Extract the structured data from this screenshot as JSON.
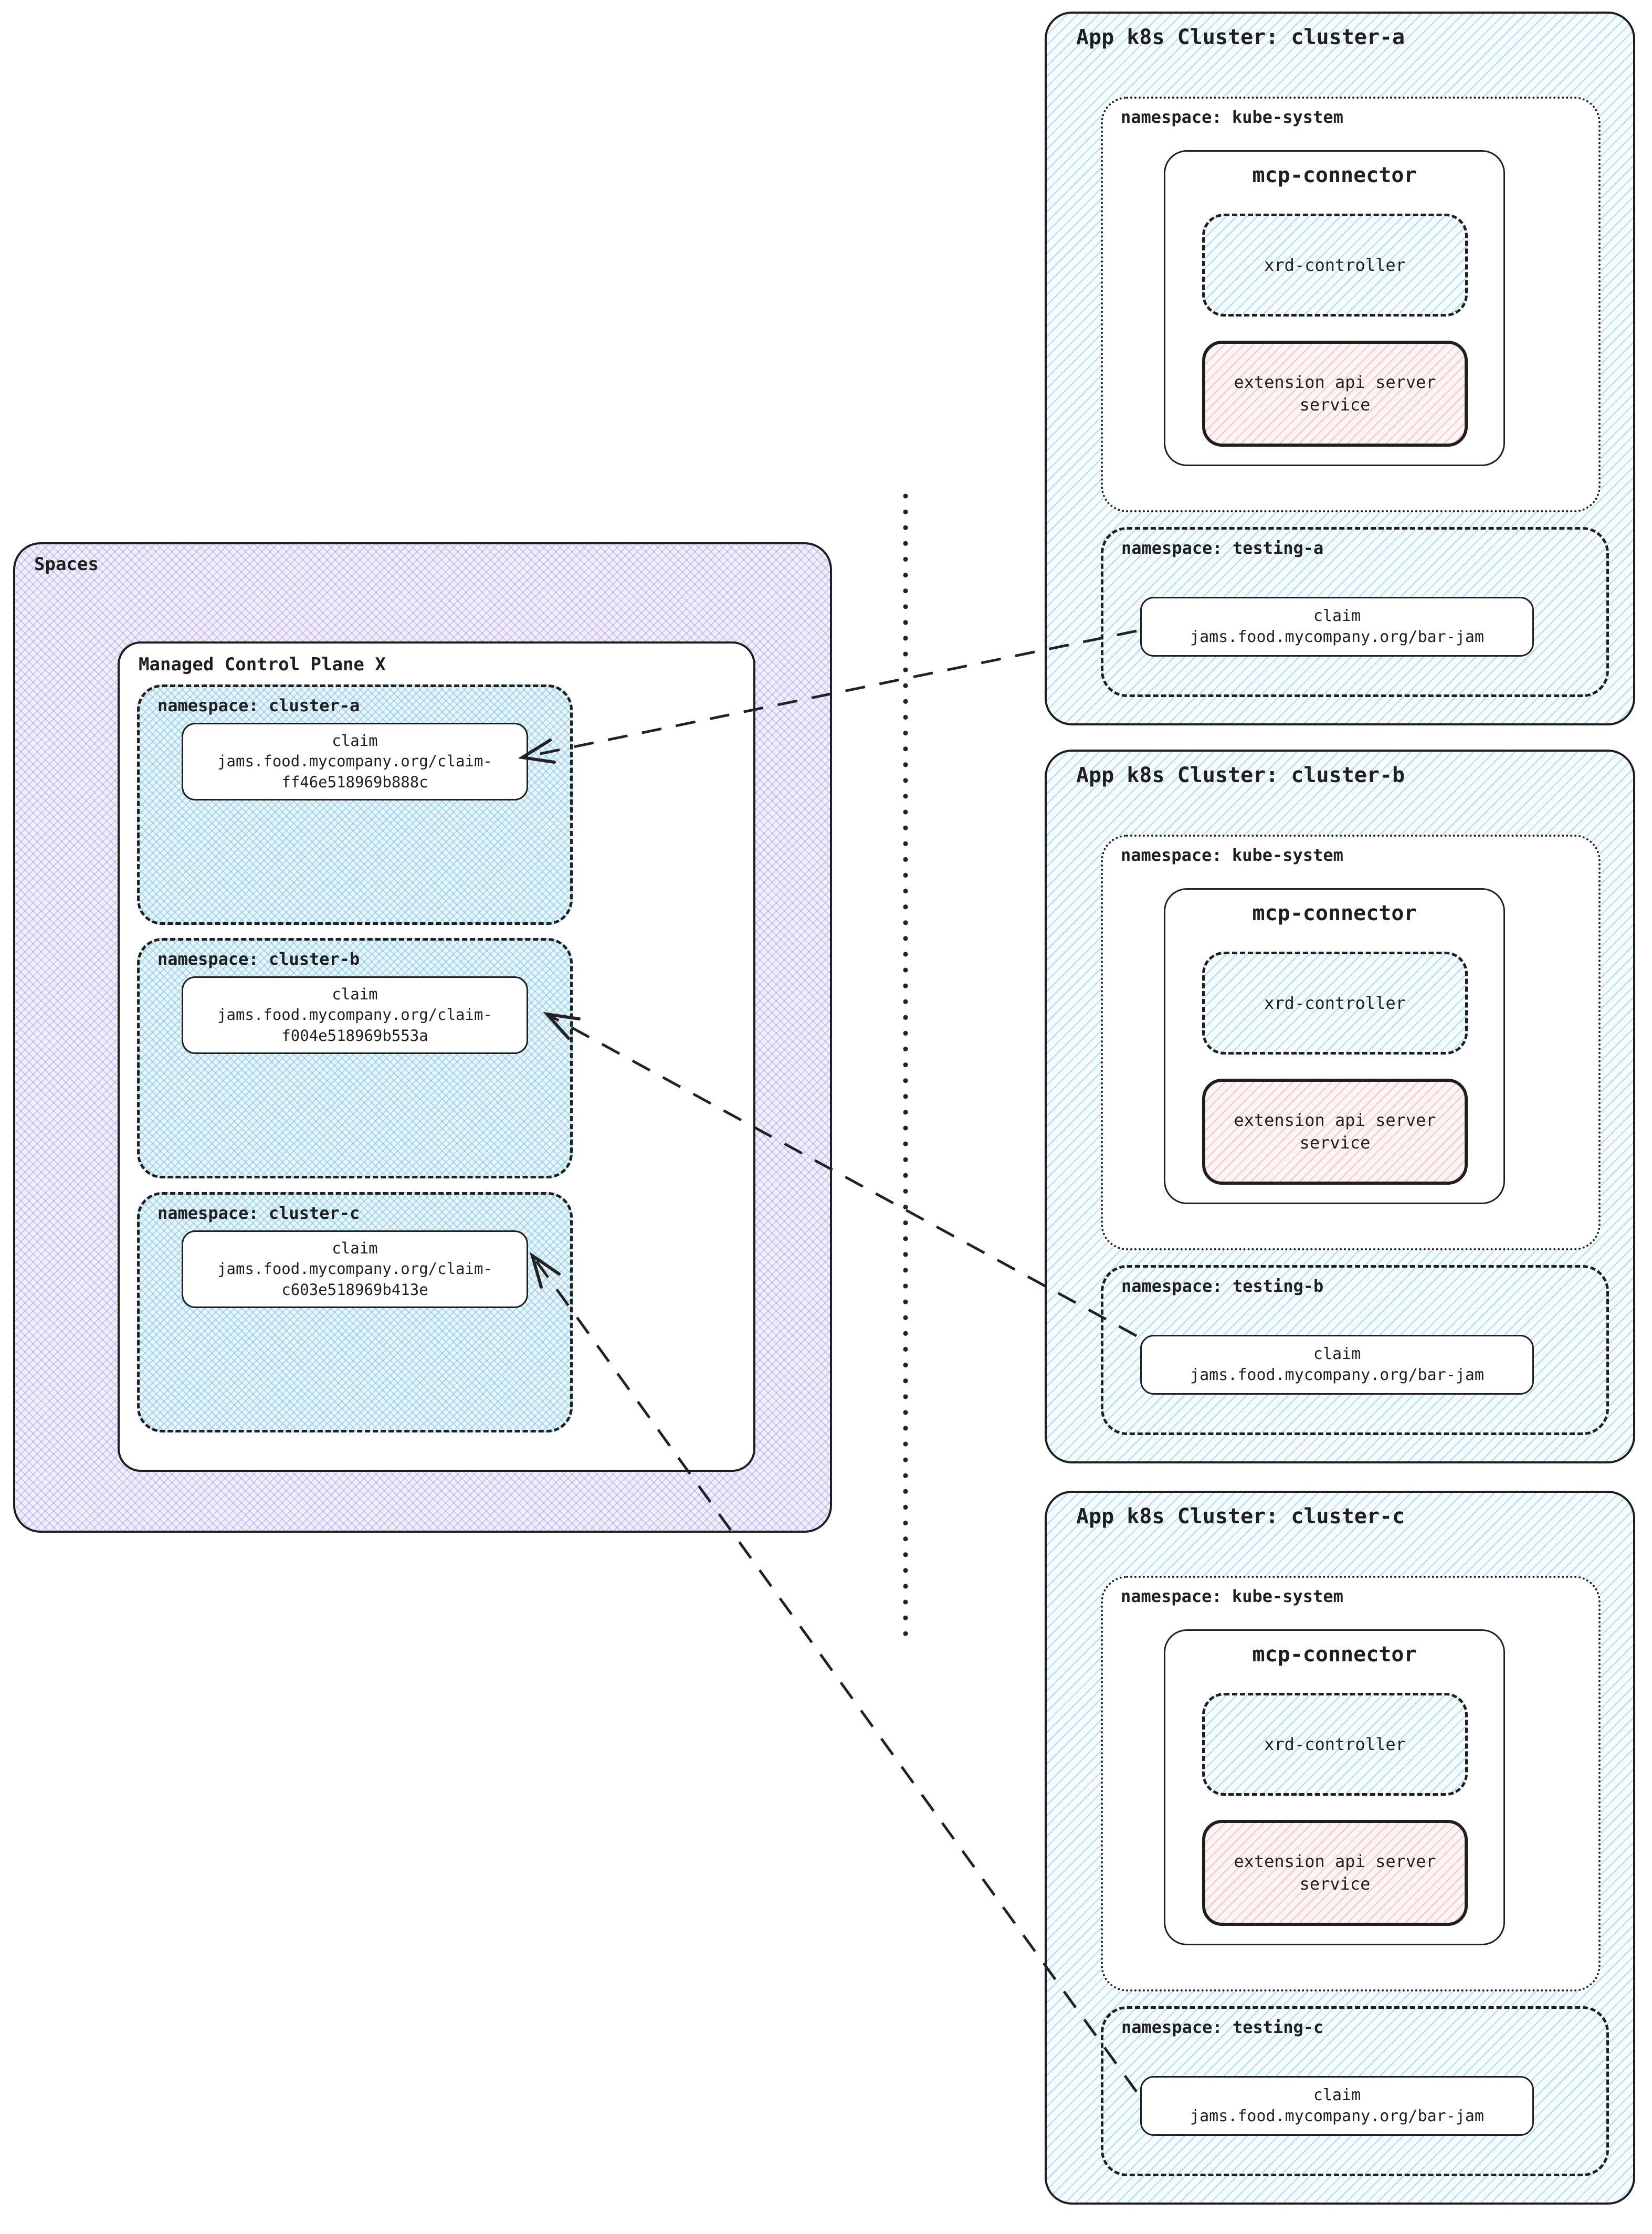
{
  "diagram": {
    "kind": "kubernetes-spaces-architecture"
  },
  "colors": {
    "ink": "#1F1F1F",
    "hatch_blue": "#7ECBE8",
    "hatch_purple": "#A99BEE",
    "hatch_pink": "#EFA9A4"
  },
  "spaces": {
    "label": "Spaces",
    "control_plane": {
      "label": "Managed Control Plane X",
      "namespaces": [
        {
          "label": "namespace: cluster-a",
          "claim": {
            "title": "claim",
            "line1": "jams.food.mycompany.org/claim-",
            "line2": "ff46e518969b888c"
          }
        },
        {
          "label": "namespace: cluster-b",
          "claim": {
            "title": "claim",
            "line1": "jams.food.mycompany.org/claim-",
            "line2": "f004e518969b553a"
          }
        },
        {
          "label": "namespace: cluster-c",
          "claim": {
            "title": "claim",
            "line1": "jams.food.mycompany.org/claim-",
            "line2": "c603e518969b413e"
          }
        }
      ]
    }
  },
  "clusters": [
    {
      "title": "App k8s Cluster: cluster-a",
      "kube_system": {
        "label": "namespace: kube-system",
        "mcp_connector": {
          "title": "mcp-connector",
          "xrd_controller": "xrd-controller",
          "extension_api": {
            "line1": "extension api server",
            "line2": "service"
          }
        }
      },
      "testing": {
        "label": "namespace: testing-a",
        "claim": {
          "title": "claim",
          "line1": "jams.food.mycompany.org/bar-jam"
        }
      }
    },
    {
      "title": "App k8s Cluster: cluster-b",
      "kube_system": {
        "label": "namespace: kube-system",
        "mcp_connector": {
          "title": "mcp-connector",
          "xrd_controller": "xrd-controller",
          "extension_api": {
            "line1": "extension api server",
            "line2": "service"
          }
        }
      },
      "testing": {
        "label": "namespace: testing-b",
        "claim": {
          "title": "claim",
          "line1": "jams.food.mycompany.org/bar-jam"
        }
      }
    },
    {
      "title": "App k8s Cluster: cluster-c",
      "kube_system": {
        "label": "namespace: kube-system",
        "mcp_connector": {
          "title": "mcp-connector",
          "xrd_controller": "xrd-controller",
          "extension_api": {
            "line1": "extension api server",
            "line2": "service"
          }
        }
      },
      "testing": {
        "label": "namespace: testing-c",
        "claim": {
          "title": "claim",
          "line1": "jams.food.mycompany.org/bar-jam"
        }
      }
    }
  ]
}
